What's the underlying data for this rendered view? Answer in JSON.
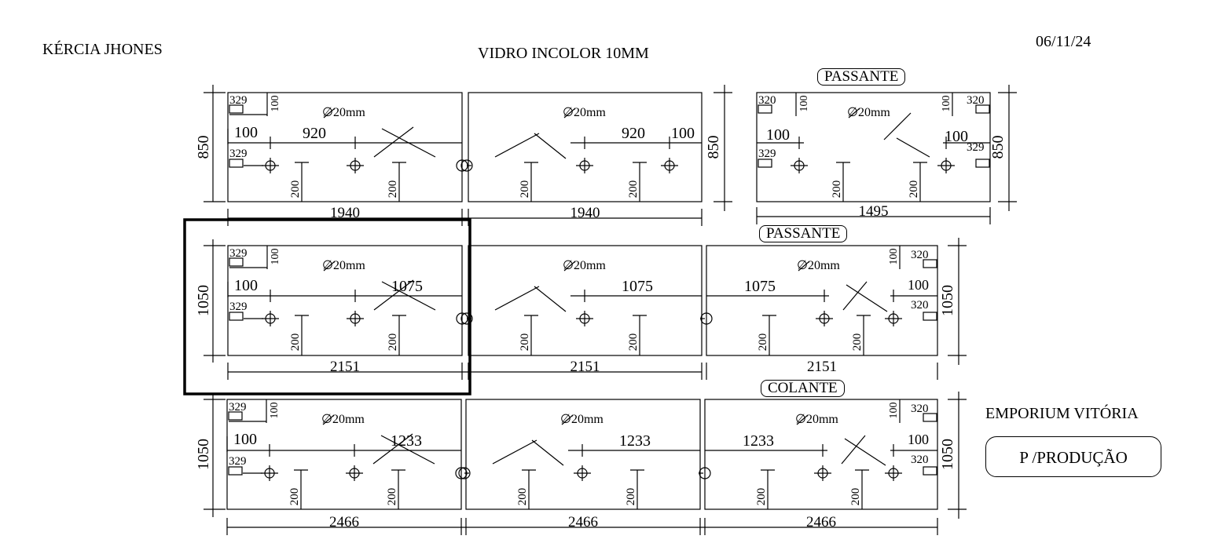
{
  "header": {
    "client": "KÉRCIA JHONES",
    "title": "VIDRO INCOLOR 10MM",
    "date": "06/11/24"
  },
  "hole_label": "∅20mm",
  "tags": {
    "row1_right": "PASSANTE",
    "row2_right": "PASSANTE",
    "row3_right": "COLANTE"
  },
  "sidebar": {
    "company": "EMPORIUM VITÓRIA",
    "stamp": "P /PRODUÇÃO"
  },
  "rows": [
    {
      "height": "850",
      "panels": [
        {
          "width": "1940",
          "dims": [
            "329",
            "100",
            "100",
            "920",
            "329",
            "200",
            "200"
          ]
        },
        {
          "width": "1940",
          "dims": [
            "920",
            "100",
            "200",
            "200"
          ]
        },
        {
          "width": "1495",
          "dims": [
            "320",
            "100",
            "100",
            "329",
            "200",
            "200",
            "320",
            "329",
            "200",
            "200"
          ]
        }
      ]
    },
    {
      "height": "1050",
      "panels": [
        {
          "width": "2151",
          "dims": [
            "329",
            "100",
            "100",
            "1075",
            "329",
            "200",
            "200"
          ]
        },
        {
          "width": "2151",
          "dims": [
            "1075",
            "200",
            "200"
          ]
        },
        {
          "width": "2151",
          "dims": [
            "1075",
            "100",
            "320",
            "100",
            "320",
            "200",
            "200"
          ]
        }
      ]
    },
    {
      "height": "1050",
      "panels": [
        {
          "width": "2466",
          "dims": [
            "329",
            "100",
            "100",
            "1233",
            "329",
            "200",
            "200"
          ]
        },
        {
          "width": "2466",
          "dims": [
            "1233",
            "200",
            "200"
          ]
        },
        {
          "width": "2466",
          "dims": [
            "1233",
            "100",
            "320",
            "100",
            "320",
            "200",
            "200"
          ]
        }
      ]
    }
  ]
}
